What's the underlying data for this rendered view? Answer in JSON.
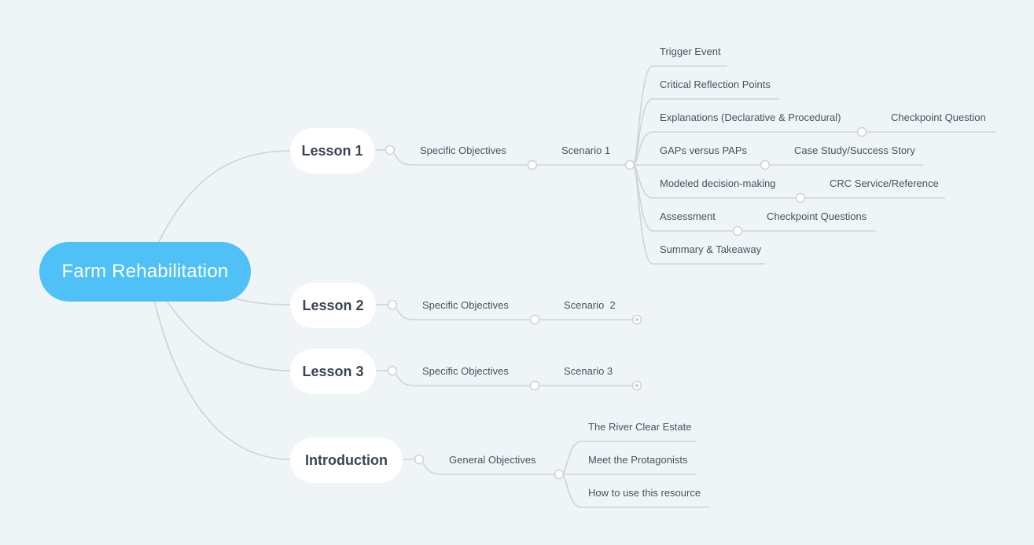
{
  "root": {
    "label": "Farm Rehabilitation"
  },
  "lessons": [
    {
      "label": "Lesson 1",
      "objective": "Specific Objectives",
      "scenario": "Scenario 1",
      "steps": [
        {
          "label": "Trigger Event"
        },
        {
          "label": "Critical Reflection Points"
        },
        {
          "label": "Explanations (Declarative & Procedural)",
          "child": "Checkpoint Question"
        },
        {
          "label": "GAPs versus PAPs",
          "child": "Case Study/Success Story"
        },
        {
          "label": "Modeled decision-making",
          "child": "CRC Service/Reference"
        },
        {
          "label": "Assessment",
          "child": "Checkpoint Questions"
        },
        {
          "label": "Summary & Takeaway"
        }
      ]
    },
    {
      "label": "Lesson 2",
      "objective": "Specific Objectives",
      "scenario": "Scenario  2"
    },
    {
      "label": "Lesson 3",
      "objective": "Specific Objectives",
      "scenario": "Scenario 3"
    }
  ],
  "introduction": {
    "label": "Introduction",
    "objective": "General Objectives",
    "items": [
      {
        "label": "The River Clear Estate"
      },
      {
        "label": "Meet the Protagonists"
      },
      {
        "label": "How to use this resource"
      }
    ]
  },
  "colors": {
    "background": "#eff4f7",
    "root_fill": "#4fc1f7",
    "topic_fill": "#ffffff",
    "connector": "#cdd3d8",
    "text": "#4a5260"
  }
}
